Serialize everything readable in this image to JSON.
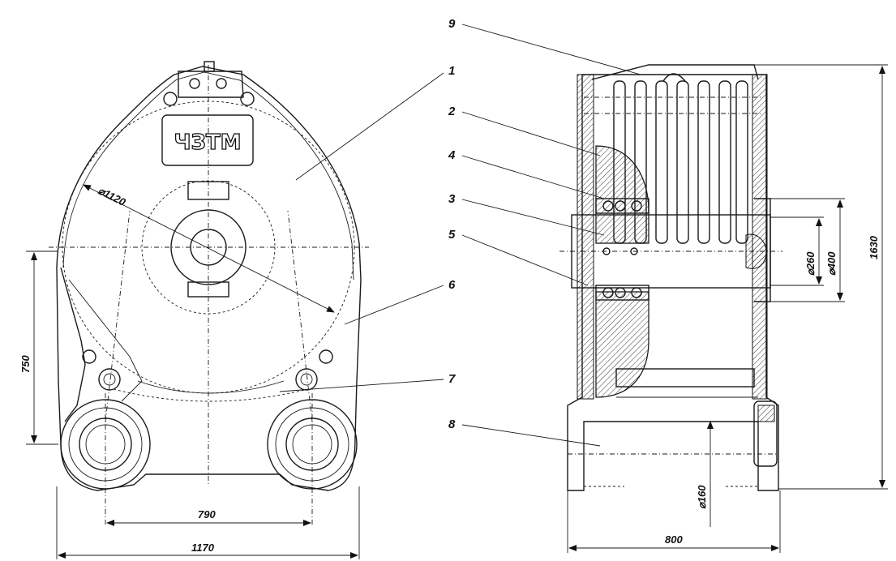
{
  "left_view": {
    "logo_text": "ЧЗТМ",
    "diameter_label": "⌀1120",
    "dim_height_label": "750",
    "dim_center_label": "790",
    "dim_width_label": "1170"
  },
  "right_view": {
    "dim_diameter_small": "⌀260",
    "dim_diameter_large": "⌀400",
    "dim_total_height": "1630",
    "dim_base_diameter": "⌀160",
    "dim_width": "800"
  },
  "callouts": [
    "1",
    "2",
    "3",
    "4",
    "5",
    "6",
    "7",
    "8",
    "9"
  ]
}
